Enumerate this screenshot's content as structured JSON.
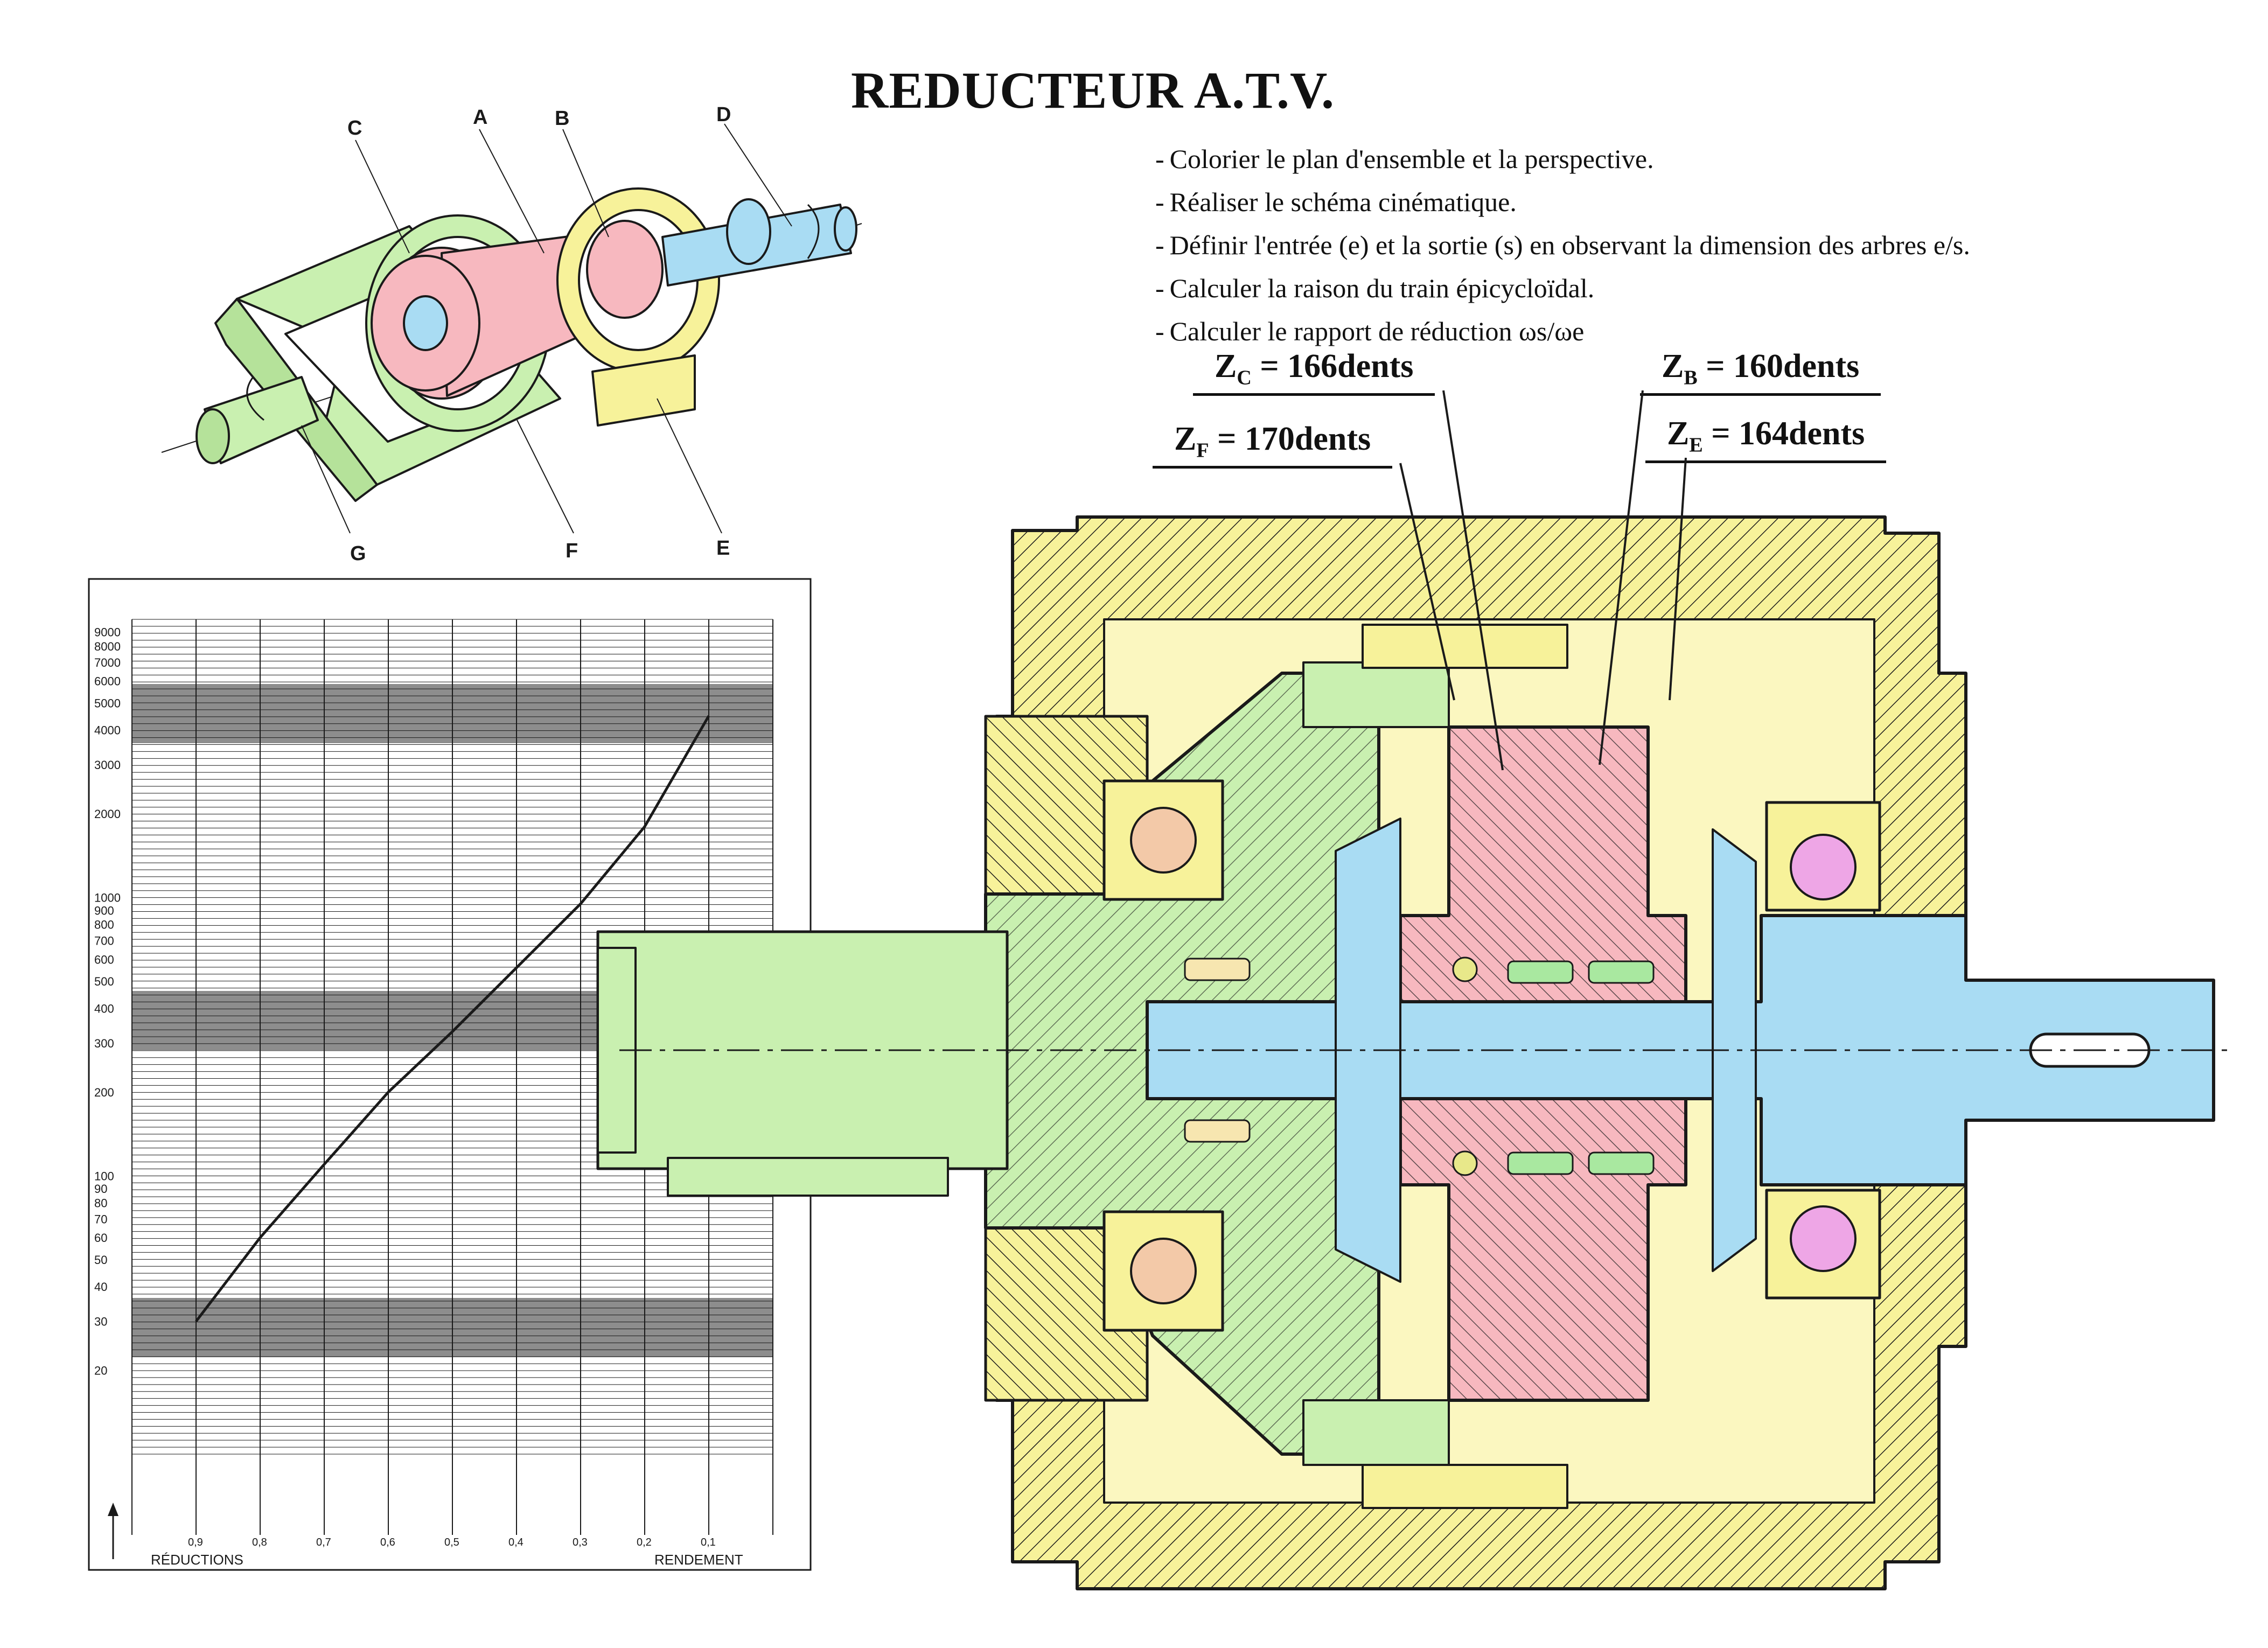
{
  "title": "REDUCTEUR A.T.V.",
  "instructions": [
    "Colorier le plan d'ensemble et la perspective.",
    "Réaliser le schéma cinématique.",
    "Définir l'entrée (e) et la sortie (s) en observant la dimension des arbres e/s.",
    "Calculer la raison du train épicycloïdal.",
    "Calculer le rapport de réduction ωs/ωe"
  ],
  "teeth": {
    "zc": {
      "letter": "Z",
      "sub": "C",
      "text": " = 166dents"
    },
    "zb": {
      "letter": "Z",
      "sub": "B",
      "text": " = 160dents"
    },
    "zf": {
      "letter": "Z",
      "sub": "F",
      "text": " = 170dents"
    },
    "ze": {
      "letter": "Z",
      "sub": "E",
      "text": " = 164dents"
    }
  },
  "perspective_labels": {
    "C": "C",
    "A": "A",
    "B": "B",
    "D": "D",
    "G": "G",
    "F": "F",
    "E": "E"
  },
  "chart_data": {
    "type": "line",
    "y_scale": "log",
    "ylim": [
      10,
      10000
    ],
    "yticks": [
      "9000",
      "8000",
      "7000",
      "6000",
      "5000",
      "4000",
      "3000",
      "2000",
      "1000",
      "900",
      "800",
      "700",
      "600",
      "500",
      "400",
      "300",
      "200",
      "100",
      "90",
      "80",
      "70",
      "60",
      "50",
      "40",
      "30",
      "20"
    ],
    "xticks": [
      "0,9",
      "0,8",
      "0,7",
      "0,6",
      "0,5",
      "0,4",
      "0,3",
      "0,2",
      "0,1"
    ],
    "xlabel_left": "RÉDUCTIONS",
    "xlabel_right": "RENDEMENT",
    "series": [
      {
        "x": [
          0.9,
          0.8,
          0.7,
          0.6,
          0.5,
          0.4,
          0.3,
          0.2,
          0.1
        ],
        "y": [
          30,
          60,
          110,
          200,
          330,
          560,
          950,
          1800,
          4500
        ]
      }
    ]
  },
  "colors": {
    "housing": "#f7f29a",
    "housing_dark": "#e9e06a",
    "planet_carrier": "#c9f0b0",
    "ring_pink": "#f7b8bf",
    "shaft_blue": "#a9dcf3",
    "outline": "#1a1a1a",
    "ball_orange": "#f3c9a8",
    "ball_purple": "#eea6e6"
  }
}
